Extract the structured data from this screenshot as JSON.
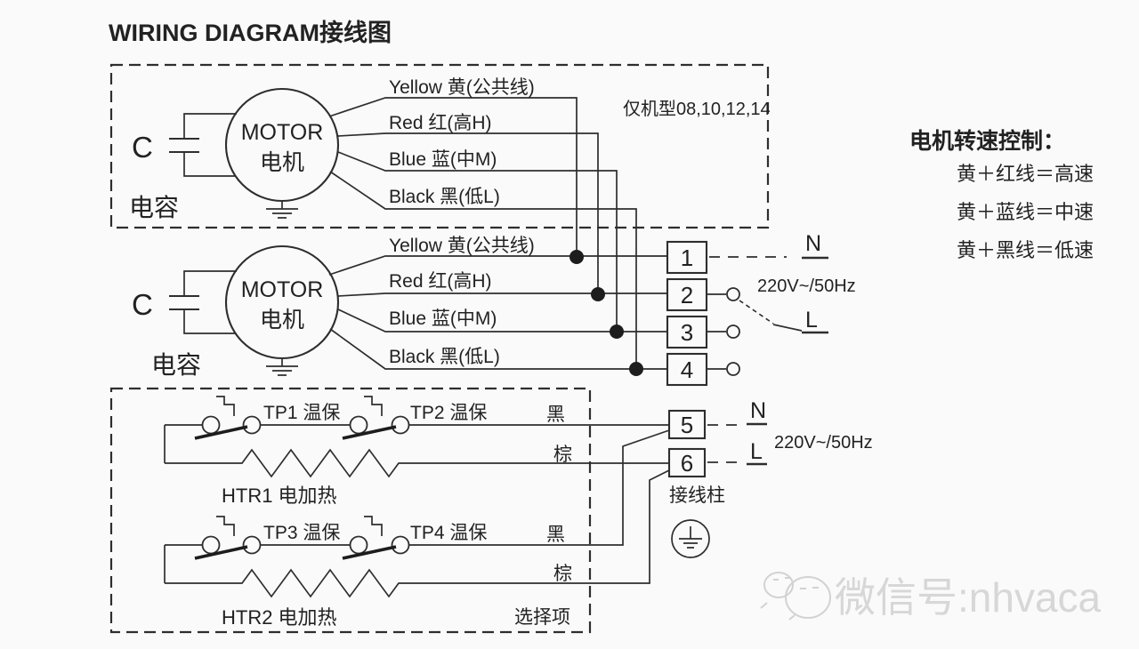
{
  "title": "WIRING DIAGRAM接线图",
  "note": "仅机型08,10,12,14",
  "motor": {
    "name": "MOTOR",
    "name_cn": "电机",
    "cap": "C",
    "cap_label": "电容"
  },
  "wires": [
    "Yellow 黄(公共线)",
    "Red 红(高H)",
    "Blue 蓝(中M)",
    "Black 黑(低L)"
  ],
  "terminals": [
    "1",
    "2",
    "3",
    "4",
    "5",
    "6"
  ],
  "power": {
    "n": "N",
    "l": "L",
    "voltage": "220V~/50Hz"
  },
  "terminal_block_label": "接线柱",
  "heaters": {
    "h1": {
      "tp_a": "TP1 温保",
      "tp_b": "TP2 温保",
      "black": "黑",
      "brown": "棕",
      "name": "HTR1 电加热"
    },
    "h2": {
      "tp_a": "TP3 温保",
      "tp_b": "TP4 温保",
      "black": "黑",
      "brown": "棕",
      "name": "HTR2 电加热"
    },
    "optional": "选择项"
  },
  "speed_control": {
    "title": "电机转速控制：",
    "high": "黄＋红线＝高速",
    "mid": "黄＋蓝线＝中速",
    "low": "黄＋黑线＝低速"
  },
  "watermark": "微信号:nhvaca"
}
